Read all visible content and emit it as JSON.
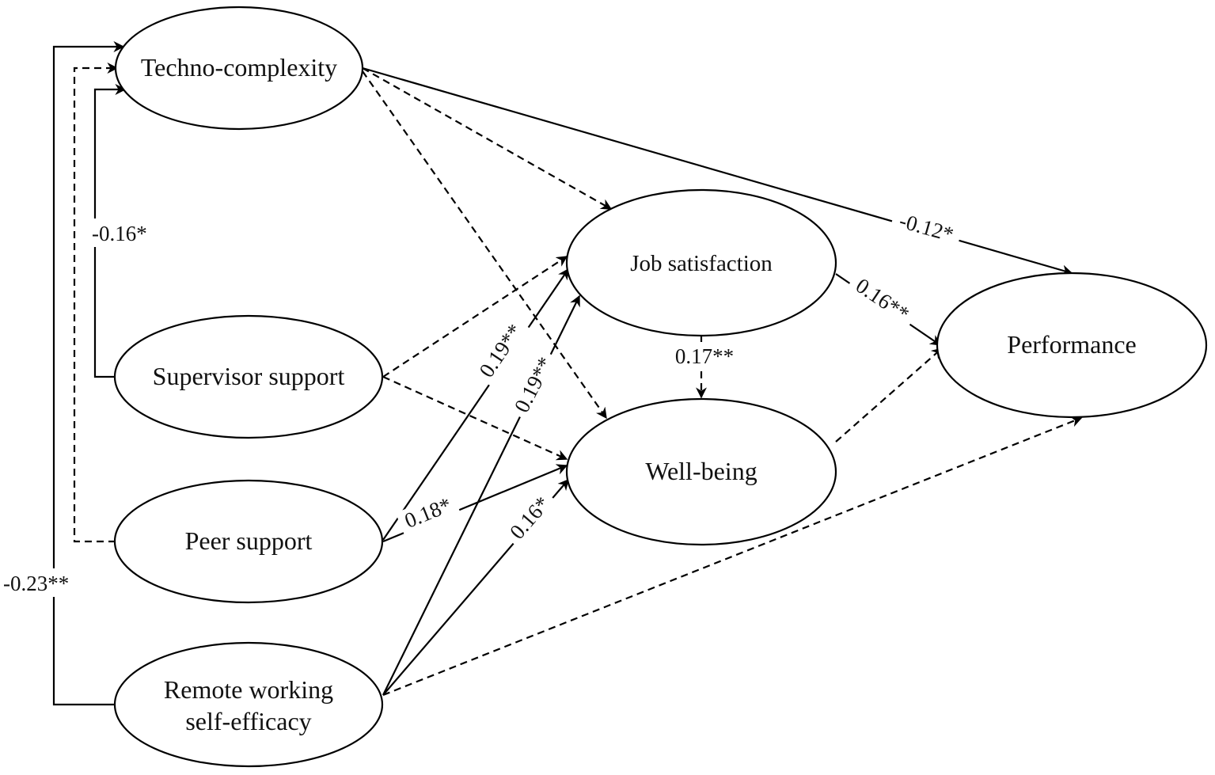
{
  "nodes": {
    "techno": {
      "label": "Techno-complexity"
    },
    "supervisor": {
      "label": "Supervisor support"
    },
    "peer": {
      "label": "Peer support"
    },
    "remote": {
      "lines": [
        "Remote working",
        "self-efficacy"
      ]
    },
    "job": {
      "label": "Job satisfaction"
    },
    "wellbeing": {
      "label": "Well-being"
    },
    "performance": {
      "label": "Performance"
    }
  },
  "paths": [
    {
      "from": "supervisor",
      "to": "techno",
      "significant": true,
      "coefficient": "-0.16*"
    },
    {
      "from": "peer",
      "to": "techno",
      "significant": false,
      "coefficient": ""
    },
    {
      "from": "remote",
      "to": "techno",
      "significant": true,
      "coefficient": "-0.23**"
    },
    {
      "from": "techno",
      "to": "job",
      "significant": false,
      "coefficient": ""
    },
    {
      "from": "techno",
      "to": "wellbeing",
      "significant": false,
      "coefficient": ""
    },
    {
      "from": "techno",
      "to": "performance",
      "significant": true,
      "coefficient": "-0.12*"
    },
    {
      "from": "supervisor",
      "to": "job",
      "significant": false,
      "coefficient": ""
    },
    {
      "from": "supervisor",
      "to": "wellbeing",
      "significant": false,
      "coefficient": ""
    },
    {
      "from": "peer",
      "to": "job",
      "significant": true,
      "coefficient": "0.19**"
    },
    {
      "from": "peer",
      "to": "wellbeing",
      "significant": true,
      "coefficient": "0.18*"
    },
    {
      "from": "remote",
      "to": "job",
      "significant": true,
      "coefficient": "0.19**"
    },
    {
      "from": "remote",
      "to": "wellbeing",
      "significant": true,
      "coefficient": "0.16*"
    },
    {
      "from": "remote",
      "to": "performance",
      "significant": false,
      "coefficient": ""
    },
    {
      "from": "job",
      "to": "wellbeing",
      "significant": true,
      "coefficient": "0.17**"
    },
    {
      "from": "job",
      "to": "performance",
      "significant": true,
      "coefficient": "0.16**"
    },
    {
      "from": "wellbeing",
      "to": "performance",
      "significant": false,
      "coefficient": ""
    }
  ]
}
